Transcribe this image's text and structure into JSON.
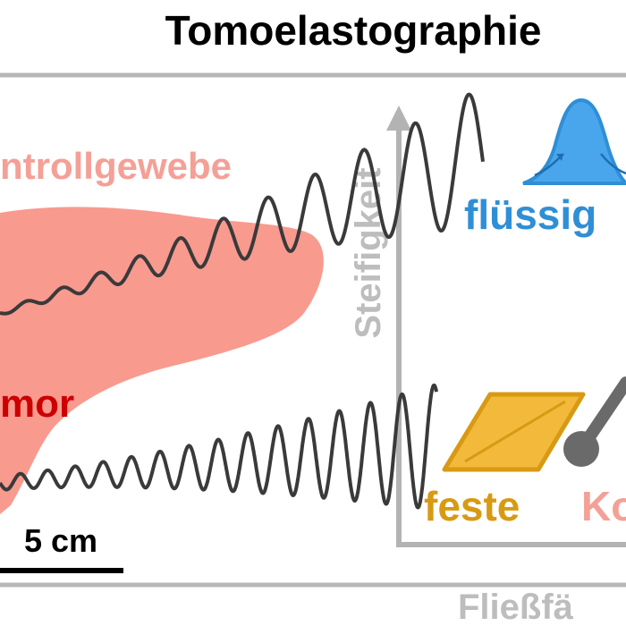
{
  "title": "Tomoelastographie",
  "labels": {
    "control_tissue": "ntrollgewebe",
    "tumor": "mor",
    "scale": "5 cm",
    "y_axis": "Steifigkeit",
    "x_axis": "Fließfä",
    "liquid": "flüssig",
    "solid": "feste",
    "k_partial": "Ko"
  },
  "colors": {
    "title": "#000000",
    "frame": "#b7b7b7",
    "axis": "#b3b3b3",
    "axis_label": "#bdbdbd",
    "tissue": "#f99a8f",
    "control_label": "#f4a097",
    "tumor_label": "#cc0000",
    "wave": "#3a3a3a",
    "liquid": "#2f8fd6",
    "liquid_fill": "#4aa6ec",
    "solid": "#d79a12",
    "solid_fill": "#f2b93b",
    "gray_icon": "#6a6a6a",
    "k_label": "#f4a097"
  },
  "icons": [
    "liquid-blob-icon",
    "solid-parallelogram-icon",
    "dumbbell-icon"
  ]
}
